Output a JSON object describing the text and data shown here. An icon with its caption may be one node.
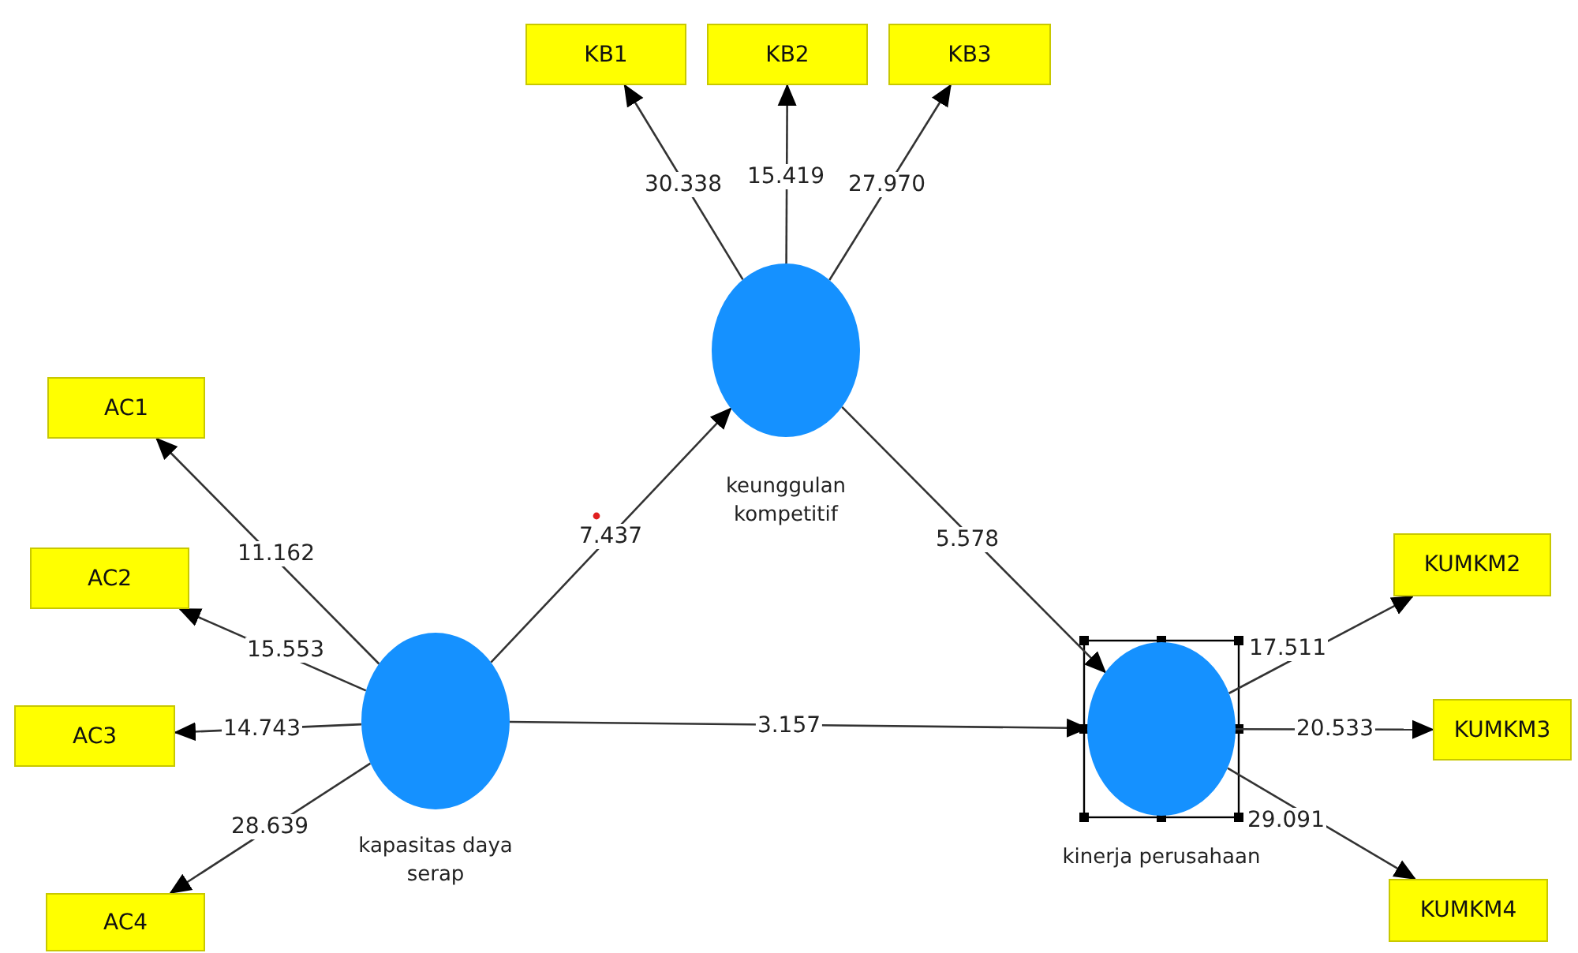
{
  "diagram": {
    "nodes": [
      {
        "text": [
          "KB1"
        ]
      },
      {
        "text": [
          "KB2"
        ]
      },
      {
        "text": [
          "KB3"
        ]
      },
      {
        "text": [
          "keunggulan kompetitif"
        ]
      },
      {
        "text": [
          "AC1"
        ]
      },
      {
        "text": [
          "AC2"
        ]
      },
      {
        "text": [
          "KUMKM2"
        ]
      },
      {
        "text": [
          "kapasitas daya serap"
        ]
      },
      {
        "text": [
          "AC3"
        ]
      },
      {
        "text": [
          "KUMKM3"
        ]
      },
      {
        "text": [
          "kinerja perusahaan"
        ]
      },
      {
        "text": [
          "AC4"
        ]
      },
      {
        "text": [
          "KUMKM4"
        ]
      }
    ],
    "edges": [
      {
        "from": 3,
        "to": 0,
        "arrow": "to",
        "label": "30.338"
      },
      {
        "from": 3,
        "to": 1,
        "arrow": "to",
        "label": "15.419"
      },
      {
        "from": 3,
        "to": 2,
        "arrow": "to",
        "label": "27.970"
      },
      {
        "from": 7,
        "to": 3,
        "arrow": "to",
        "label": "7.437"
      },
      {
        "from": 3,
        "to": 10,
        "arrow": "to",
        "label": "5.578"
      },
      {
        "from": 7,
        "to": 10,
        "arrow": "to",
        "label": "3.157"
      },
      {
        "from": 7,
        "to": 4,
        "arrow": "to",
        "label": "11.162"
      },
      {
        "from": 7,
        "to": 5,
        "arrow": "to",
        "label": "15.553"
      },
      {
        "from": 7,
        "to": 8,
        "arrow": "to",
        "label": "14.743"
      },
      {
        "from": 7,
        "to": 11,
        "arrow": "to",
        "label": "28.639"
      },
      {
        "from": 10,
        "to": 6,
        "arrow": "to",
        "label": "17.511"
      },
      {
        "from": 10,
        "to": 9,
        "arrow": "to",
        "label": "20.533"
      },
      {
        "from": 10,
        "to": 12,
        "arrow": "to",
        "label": "29.091"
      }
    ]
  }
}
